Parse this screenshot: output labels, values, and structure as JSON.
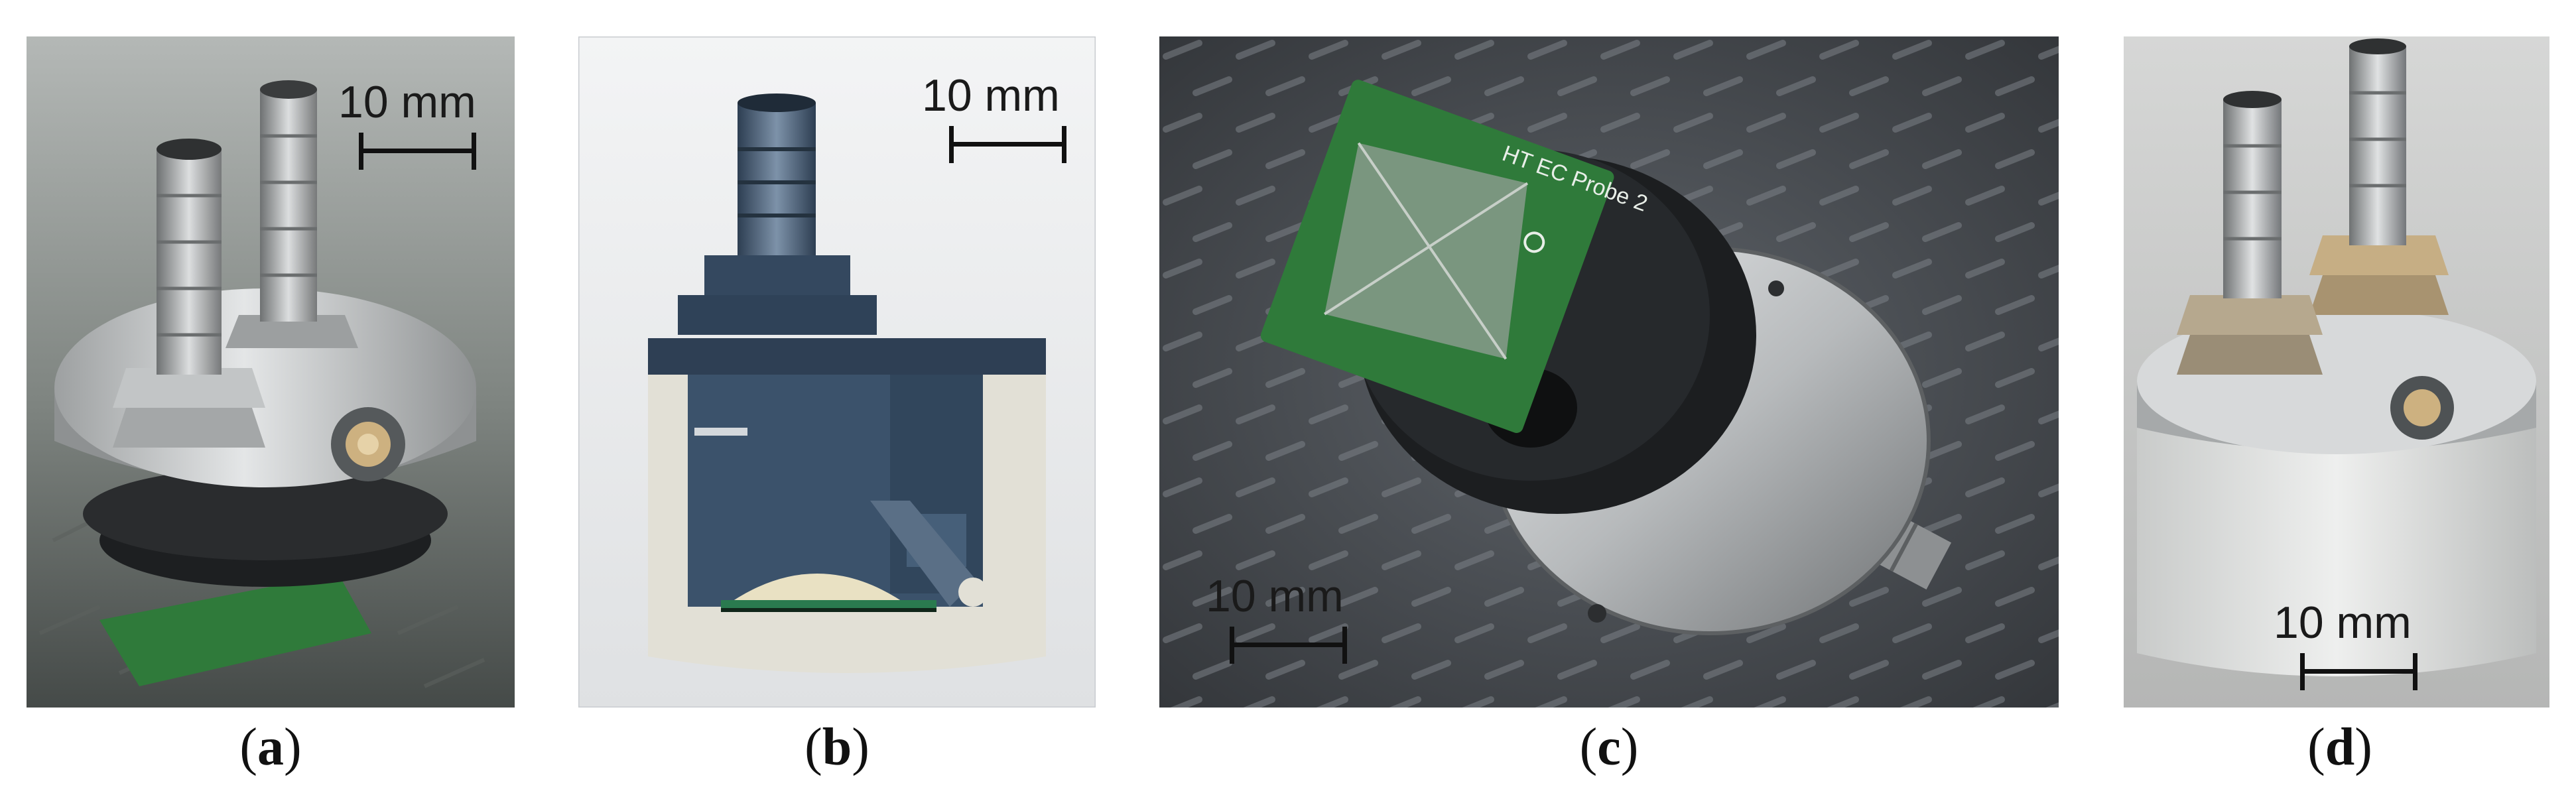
{
  "panels": [
    {
      "id": "a",
      "scale_label": "10 mm",
      "caption_open": "(",
      "caption_letter": "a",
      "caption_close": ")"
    },
    {
      "id": "b",
      "scale_label": "10 mm",
      "caption_open": "(",
      "caption_letter": "b",
      "caption_close": ")"
    },
    {
      "id": "c",
      "scale_label": "10 mm",
      "caption_open": "(",
      "caption_letter": "c",
      "caption_close": ")"
    },
    {
      "id": "d",
      "scale_label": "10 mm",
      "caption_open": "(",
      "caption_letter": "d",
      "caption_close": ")"
    }
  ],
  "pcb_label": "HT EC Probe 2",
  "colors": {
    "aluminum": "#c9cccd",
    "steel": "#a7a9aa",
    "pcb_green": "#2f7a3a",
    "cad_blue": "#3b526b",
    "cad_cream": "#e2e0d6",
    "tread_plate": "#4a4e53"
  }
}
